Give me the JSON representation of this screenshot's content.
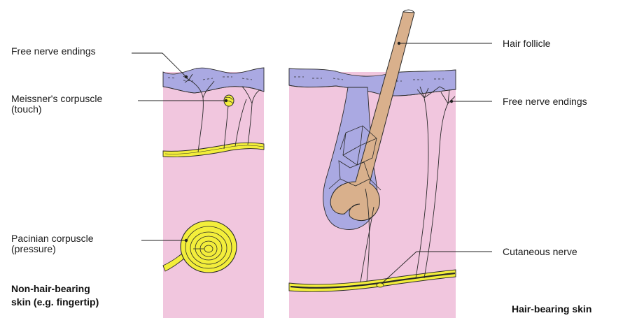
{
  "colors": {
    "dermis": "#f1c6de",
    "epidermis": "#aaa9e2",
    "nerve": "#f3ee3b",
    "hair": "#d9b08c",
    "outline": "#2a2a2a"
  },
  "left_panel": {
    "labels": {
      "free_nerve_endings": "Free nerve endings",
      "meissner_line1": "Meissner's corpuscle",
      "meissner_line2": "(touch)",
      "pacinian_line1": "Pacinian corpuscle",
      "pacinian_line2": "(pressure)"
    },
    "caption_line1": "Non-hair-bearing",
    "caption_line2": "skin (e.g. fingertip)"
  },
  "right_panel": {
    "labels": {
      "hair_follicle": "Hair follicle",
      "free_nerve_endings": "Free nerve endings",
      "cutaneous_nerve": "Cutaneous nerve"
    },
    "caption": "Hair-bearing skin"
  }
}
